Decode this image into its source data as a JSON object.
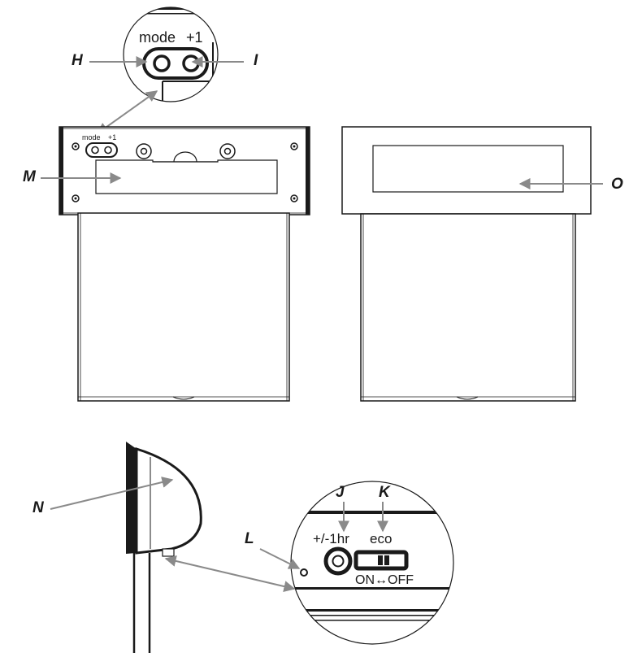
{
  "callouts": {
    "H": "H",
    "I": "I",
    "M": "M",
    "O": "O",
    "N": "N",
    "L": "L",
    "J": "J",
    "K": "K"
  },
  "top_detail": {
    "mode_label": "mode",
    "plus_one_label": "+1"
  },
  "front_panel": {
    "mode_label": "mode",
    "plus_one_label": "+1"
  },
  "bottom_detail": {
    "hour_label": "+/-1hr",
    "eco_label": "eco",
    "switch_label": "ON↔OFF"
  },
  "colors": {
    "line": "#1a1a1a",
    "leader": "#8a8a8a",
    "background": "#ffffff"
  }
}
